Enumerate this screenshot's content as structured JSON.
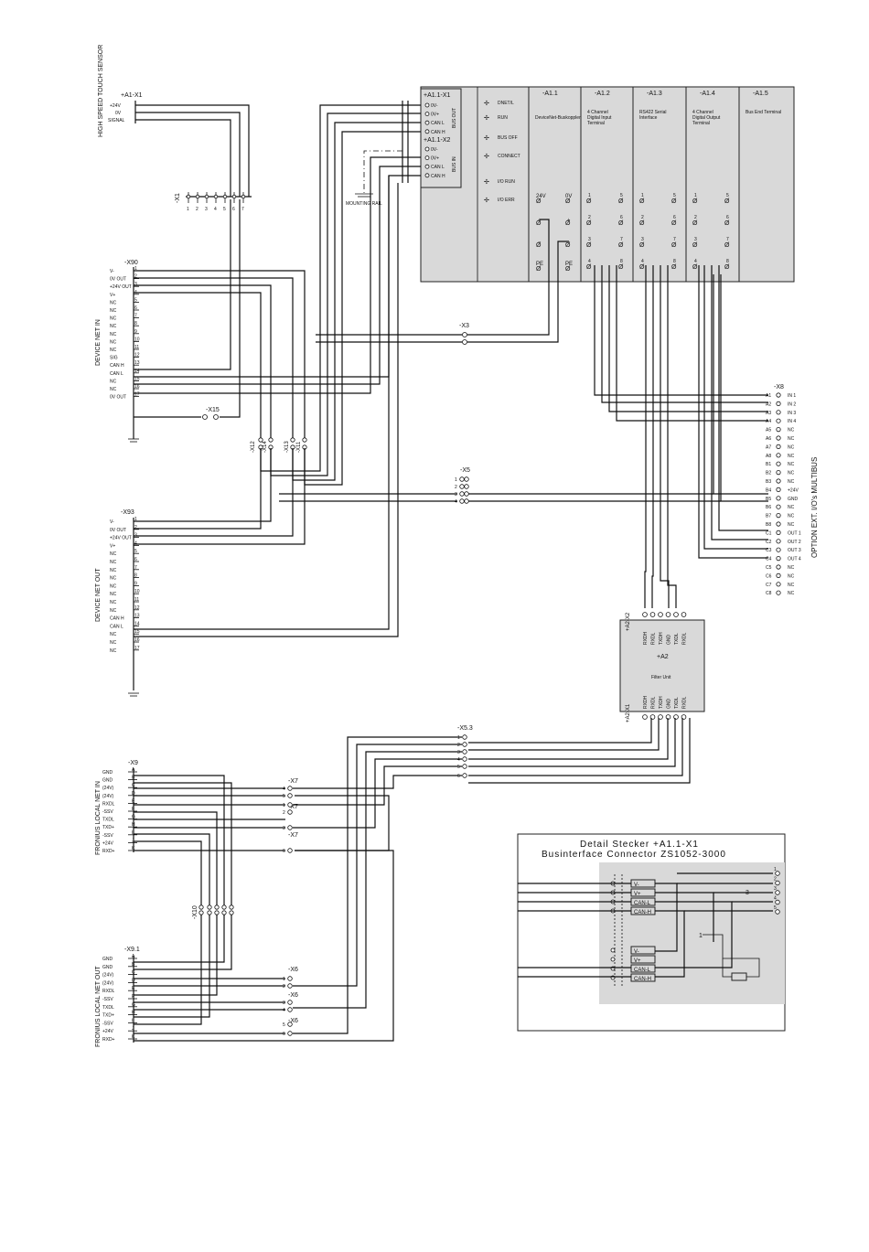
{
  "sensor": {
    "title": "HIGH SPEED TOUCH SENSOR",
    "terminal": "+A1-X1",
    "pins": [
      "+24V",
      "0V",
      "SIGNAL"
    ]
  },
  "bus_module": {
    "x1": "+A1.1-X1",
    "x2": "+A1.1-X2",
    "pins_x1": [
      "0V-",
      "0V+",
      "CAN L",
      "CAN H"
    ],
    "pins_x2": [
      "0V-",
      "0V+",
      "CAN L",
      "CAN H"
    ],
    "side_label": "BUS OUT",
    "side_label2": "BUS IN",
    "earth": "MOUNTING RAIL",
    "leds": [
      "DNET/L",
      "RUN",
      "BUS OFF",
      "CONNECT",
      "I/O RUN",
      "I/O ERR"
    ],
    "pe": "PE",
    "v24": "24V",
    "v0": "0V"
  },
  "modules": [
    {
      "id": "-A1.1",
      "desc": "DeviceNet-Buskoppler"
    },
    {
      "id": "-A1.2",
      "desc": "4 Channel Digital Input Terminal"
    },
    {
      "id": "-A1.3",
      "desc": "RS422 Serial Interface"
    },
    {
      "id": "-A1.4",
      "desc": "4 Channel Digital Output Terminal"
    },
    {
      "id": "-A1.5",
      "desc": "Bus End Terminal"
    }
  ],
  "x1_strip": {
    "label": "-X1",
    "pins": [
      "1",
      "2",
      "3",
      "4",
      "5",
      "6",
      "7"
    ]
  },
  "x90": {
    "label": "-X90",
    "section": "DEVICE NET IN",
    "pins": [
      "V-",
      "0V OUT",
      "+24V OUT",
      "V+",
      "NC",
      "NC",
      "NC",
      "NC",
      "NC",
      "NC",
      "NC",
      "SIG",
      "CAN H",
      "CAN L",
      "NC",
      "NC",
      "0V OUT"
    ]
  },
  "x93": {
    "label": "-X93",
    "section": "DEVICE NET OUT",
    "pins": [
      "V-",
      "0V OUT",
      "+24V OUT",
      "V+",
      "NC",
      "NC",
      "NC",
      "NC",
      "NC",
      "NC",
      "NC",
      "NC",
      "CAN H",
      "CAN L",
      "NC",
      "NC",
      "NC"
    ]
  },
  "connectors": {
    "x3": "-X3",
    "x5": "-X5",
    "x15": "-X15",
    "x12": "-X12",
    "x14": "-X14",
    "x13": "-X13",
    "x11": "-X11",
    "x8": "-X8",
    "x53": "-X5.3",
    "x7": "-X7",
    "x6": "-X6",
    "x10": "-X10",
    "x9": "-X9",
    "x91": "-X9.1"
  },
  "x8_strip": {
    "section": "OPTION EXT. I/O's MULTIBUS",
    "rows": [
      "A1",
      "A2",
      "A3",
      "A4",
      "A5",
      "A6",
      "A7",
      "A8",
      "B1",
      "B2",
      "B3",
      "B4",
      "B5",
      "B6",
      "B7",
      "B8",
      "C1",
      "C2",
      "C3",
      "C4",
      "C5",
      "C6",
      "C7",
      "C8"
    ],
    "signals": [
      "IN 1",
      "IN 2",
      "IN 3",
      "IN 4",
      "NC",
      "NC",
      "NC",
      "NC",
      "NC",
      "NC",
      "NC",
      "+24V",
      "GND",
      "NC",
      "NC",
      "NC",
      "OUT 1",
      "OUT 2",
      "OUT 3",
      "OUT 4",
      "NC",
      "NC",
      "NC",
      "NC"
    ]
  },
  "filter": {
    "label": "+A2",
    "name": "Filter Unit",
    "x2": "+A2-X2",
    "x1": "+A2-X1",
    "pins": [
      "RXDH",
      "RXDL",
      "TXDH",
      "GND",
      "TXDL",
      "RXDL"
    ]
  },
  "x9": {
    "section": "FRONIUS LOCAL NET IN",
    "pins": [
      "GND",
      "GND",
      "(24V)",
      "(24V)",
      "RXDL",
      "-SSV",
      "TXDL",
      "TXD+",
      "-SSV",
      "+24V",
      "RXD+"
    ]
  },
  "x91": {
    "section": "FRONIUS LOCAL NET OUT",
    "pins": [
      "GND",
      "GND",
      "(24V)",
      "(24V)",
      "RXDL",
      "-SSV",
      "TXDL",
      "TXD+",
      "-SSV",
      "+24V",
      "RXD+"
    ]
  },
  "detail": {
    "title": "Detail Stecker +A1.1-X1",
    "subtitle": "Businterface Connector ZS1052-3000",
    "labels": [
      "V-",
      "V+",
      "CAN-L",
      "CAN-H"
    ],
    "labels2": [
      "V-",
      "V+",
      "CAN-L",
      "CAN-H"
    ],
    "pins": [
      "1",
      "2",
      "3",
      "4",
      "5"
    ]
  }
}
